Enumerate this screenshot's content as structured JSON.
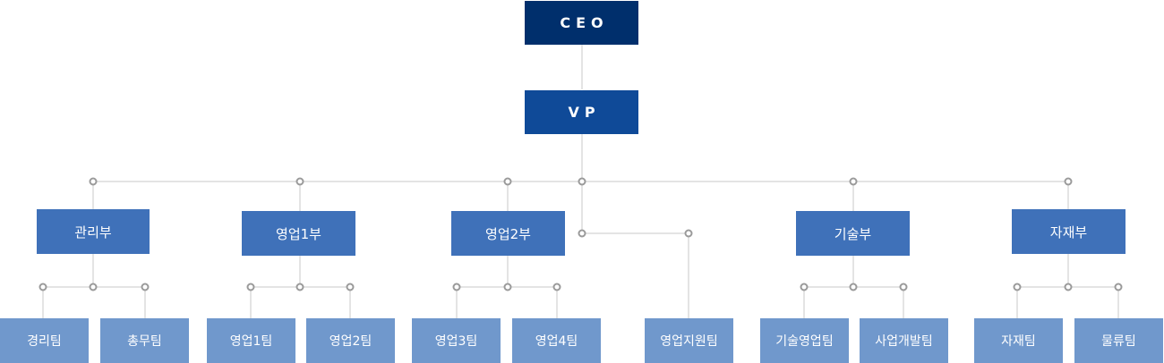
{
  "colors": {
    "ceo": "#002f6c",
    "vp": "#0f4a98",
    "department": "#3f71b9",
    "team": "#7098cc",
    "line": "#c8c8c8",
    "dot": "#9a9a9a"
  },
  "org": {
    "ceo": "CEO",
    "vp": "VP",
    "departments": [
      "관리부",
      "영업1부",
      "영업2부",
      "기술부",
      "자재부"
    ],
    "teams": [
      "경리팀",
      "총무팀",
      "영업1팀",
      "영업2팀",
      "영업3팀",
      "영업4팀",
      "영업지원팀",
      "기술영업팀",
      "사업개발팀",
      "자재팀",
      "물류팀"
    ]
  }
}
